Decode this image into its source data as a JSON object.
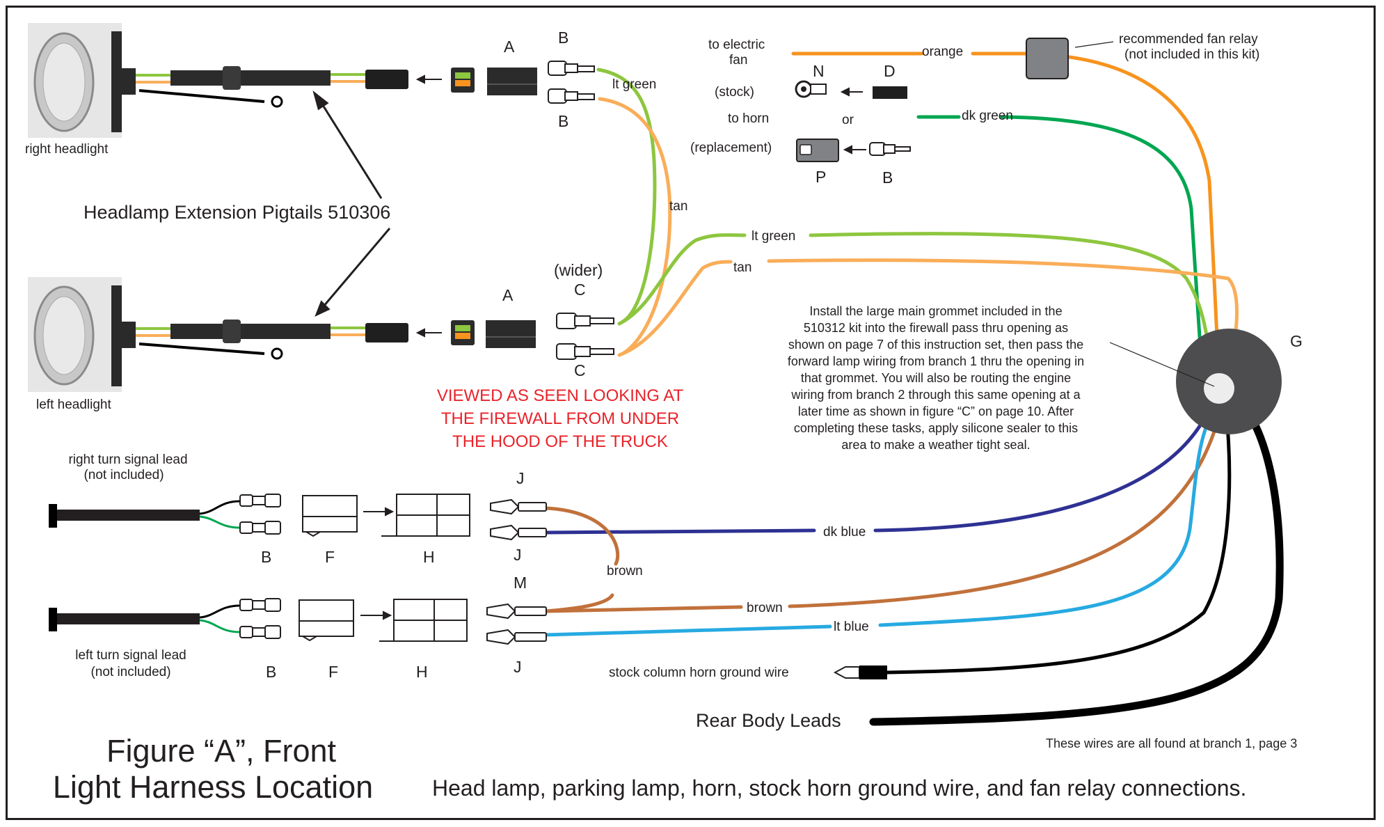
{
  "colors": {
    "orange": "#f7931e",
    "dk_green": "#00a651",
    "lt_green": "#8dc63f",
    "tan": "#f9ad59",
    "brown": "#c1713b",
    "dk_blue": "#2e3192",
    "lt_blue": "#27aae1",
    "black": "#000000",
    "warning_red": "#e8232a",
    "grommet": "#4d4d4f"
  },
  "headlights": {
    "right_label": "right headlight",
    "left_label": "left headlight",
    "pigtails_label": "Headlamp Extension Pigtails 510306"
  },
  "connector_letters": {
    "A_top": "A",
    "A_bottom": "A",
    "B_top_upper": "B",
    "B_top_lower": "B",
    "C_wider": "(wider)",
    "C_upper": "C",
    "C_lower": "C",
    "N": "N",
    "D": "D",
    "P": "P",
    "B_horn": "B",
    "G": "G",
    "J_top": "J",
    "J_mid": "J",
    "M": "M",
    "J_bottom": "J",
    "B_right_turn": "B",
    "F_right_turn": "F",
    "H_right_turn": "H",
    "B_left_turn": "B",
    "F_left_turn": "F",
    "H_left_turn": "H"
  },
  "wire_labels": {
    "lt_green_top": "lt green",
    "tan_mid": "tan",
    "lt_green_run": "lt green",
    "tan_run": "tan",
    "orange": "orange",
    "dk_green": "dk green",
    "dk_blue": "dk blue",
    "brown_loop": "brown",
    "brown_run": "brown",
    "lt_blue": "lt blue"
  },
  "fan_horn": {
    "to_electric_fan_1": "to electric",
    "to_electric_fan_2": "fan",
    "stock": "(stock)",
    "to_horn": "to horn",
    "or": "or",
    "replacement": "(replacement)",
    "relay_note_1": "recommended fan relay",
    "relay_note_2": "(not included in this kit)"
  },
  "warning": {
    "line1": "VIEWED AS SEEN LOOKING AT",
    "line2": "THE FIREWALL FROM UNDER",
    "line3": "THE HOOD OF THE TRUCK"
  },
  "instructions": {
    "lines": [
      "Install the large main grommet included in the",
      "510312 kit into the firewall pass thru opening as",
      "shown on page 7 of this instruction set, then pass the",
      "forward lamp wiring from branch 1 thru the opening in",
      "that grommet. You will also be routing the engine",
      "wiring from branch 2 through this same opening at a",
      "later time as shown in figure “C” on page 10.  After",
      "completing these tasks, apply silicone sealer to this",
      "area to make a weather tight seal."
    ]
  },
  "turn_signals": {
    "right_1": "right turn signal lead",
    "right_2": "(not included)",
    "left_1": "left turn signal lead",
    "left_2": "(not included)"
  },
  "bottom": {
    "horn_ground": "stock column horn ground wire",
    "rear_body": "Rear Body Leads",
    "branch_note": "These wires are all found at branch 1, page 3",
    "figure_title_1": "Figure “A”, Front",
    "figure_title_2": "Light Harness Location",
    "caption": "Head lamp, parking lamp, horn, stock horn ground wire, and fan relay connections."
  }
}
